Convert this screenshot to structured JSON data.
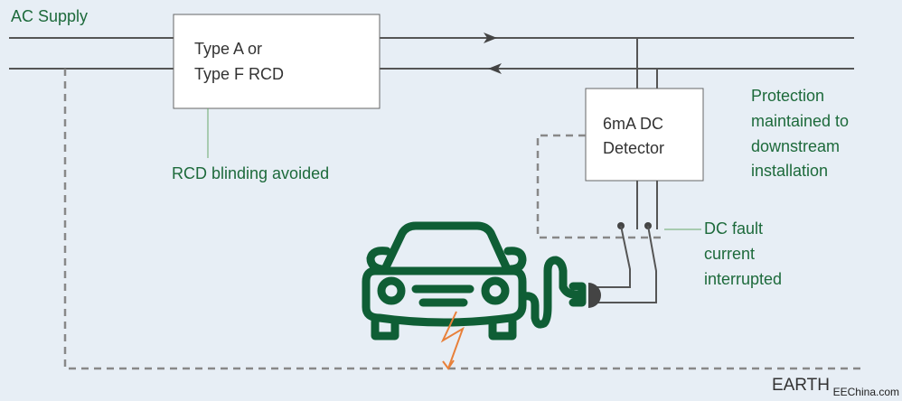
{
  "labels": {
    "ac_supply": "AC Supply",
    "rcd_line1": "Type A or",
    "rcd_line2": "Type F RCD",
    "rcd_note": "RCD blinding avoided",
    "detector_line1": "6mA DC",
    "detector_line2": "Detector",
    "protection": [
      "Protection",
      "maintained to",
      "downstream",
      "installation"
    ],
    "dc_fault": [
      "DC fault",
      "current",
      "interrupted"
    ],
    "earth": "EARTH",
    "watermark": "EEChina.com"
  },
  "colors": {
    "background": "#e7eef5",
    "green_text": "#1d6a3b",
    "car": "#0f5e35",
    "fault": "#e8803a",
    "wire": "#555555"
  }
}
